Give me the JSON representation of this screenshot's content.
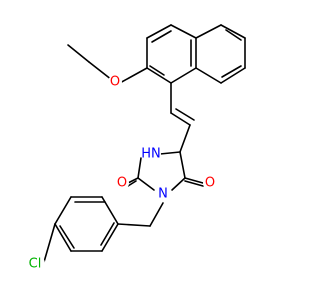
{
  "colors": {
    "background": "#ffffff",
    "bond": "#000000",
    "oxygen": "#ff0000",
    "nitrogen": "#0000ff",
    "chlorine": "#00b300"
  },
  "atoms": {
    "o_ether": "O",
    "o_carbonyl_left": "O",
    "o_carbonyl_right": "O",
    "nh": "HN",
    "n_ring": "N",
    "cl": "Cl"
  }
}
